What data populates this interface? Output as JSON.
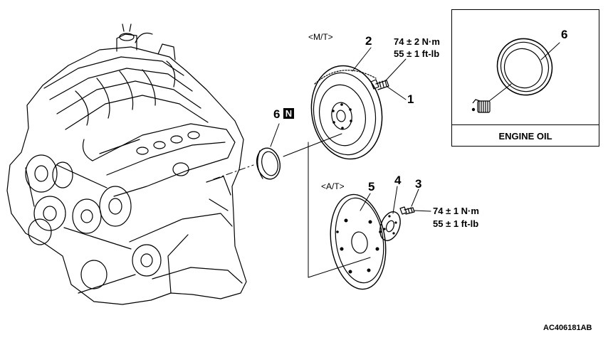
{
  "config_labels": {
    "manual": "<M/T>",
    "automatic": "<A/T>"
  },
  "callouts": {
    "n1": "1",
    "n2": "2",
    "n3": "3",
    "n4": "4",
    "n5": "5",
    "n6_main": "6",
    "n6_inset": "6"
  },
  "new_part_badge": "N",
  "torque": {
    "mt_metric": "74 ± 2 N·m",
    "mt_imperial": "55 ± 1 ft-lb",
    "at_metric": "74 ± 1 N·m",
    "at_imperial": "55 ± 1 ft-lb"
  },
  "inset_label": "ENGINE OIL",
  "figure_code": "AC406181AB",
  "icons": [
    "engine-block",
    "flywheel",
    "drive-plate",
    "adapter-plate",
    "bolt",
    "oil-seal",
    "oil-can-icon"
  ]
}
